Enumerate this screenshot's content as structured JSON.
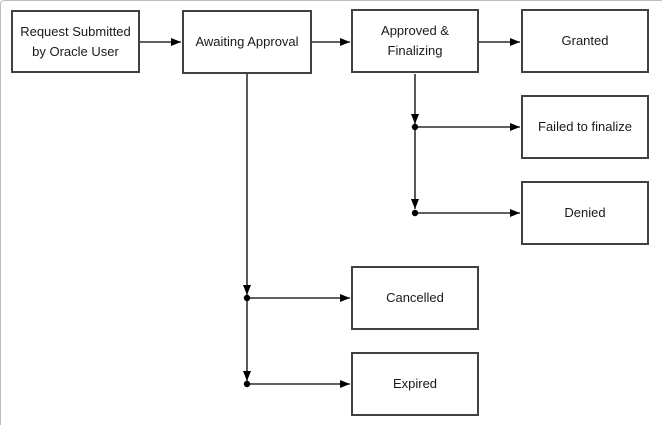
{
  "diagram": {
    "type": "flowchart",
    "colors": {
      "background": "#ffffff",
      "box_border": "#414141",
      "connector": "#000000",
      "text": "#1a1a1a",
      "frame_border": "#bdbdbd"
    },
    "nodes": [
      {
        "id": "request-submitted",
        "label": "Request Submitted by Oracle User"
      },
      {
        "id": "awaiting-approval",
        "label": "Awaiting Approval"
      },
      {
        "id": "approved-finalizing",
        "label": "Approved & Finalizing"
      },
      {
        "id": "granted",
        "label": "Granted"
      },
      {
        "id": "failed-to-finalize",
        "label": "Failed to finalize"
      },
      {
        "id": "denied",
        "label": "Denied"
      },
      {
        "id": "cancelled",
        "label": "Cancelled"
      },
      {
        "id": "expired",
        "label": "Expired"
      }
    ],
    "edges": [
      {
        "from": "request-submitted",
        "to": "awaiting-approval"
      },
      {
        "from": "awaiting-approval",
        "to": "approved-finalizing"
      },
      {
        "from": "approved-finalizing",
        "to": "granted"
      },
      {
        "from": "approved-finalizing",
        "to": "failed-to-finalize"
      },
      {
        "from": "approved-finalizing",
        "to": "denied"
      },
      {
        "from": "awaiting-approval",
        "to": "cancelled"
      },
      {
        "from": "awaiting-approval",
        "to": "expired"
      }
    ]
  }
}
